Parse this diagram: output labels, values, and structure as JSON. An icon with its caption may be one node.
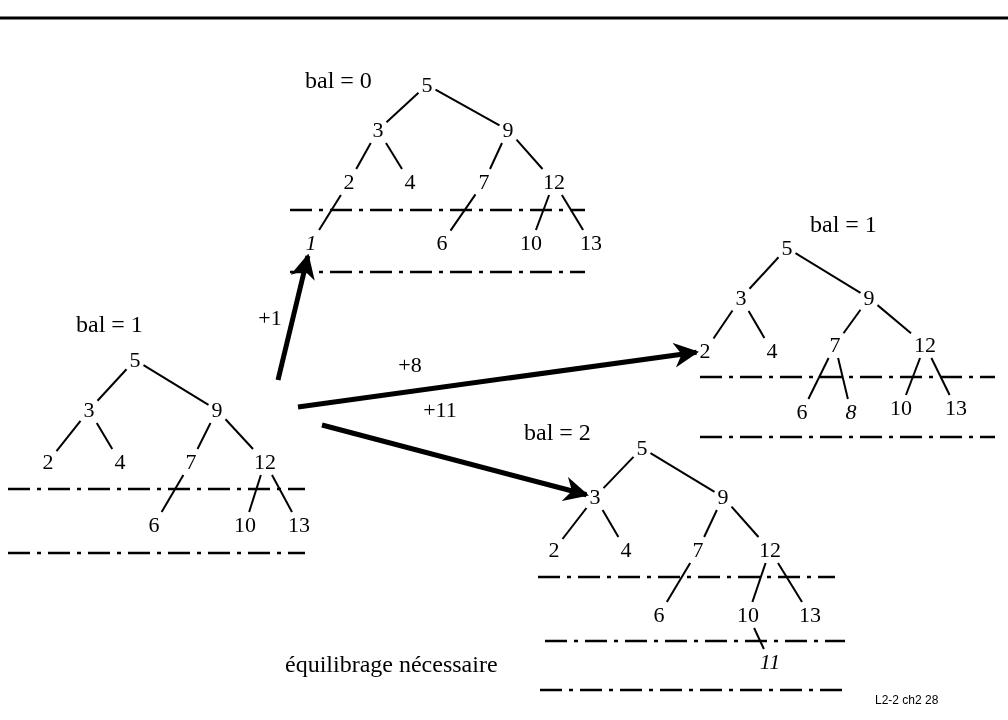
{
  "diagram": {
    "nodes": [
      {
        "text": [
          "5"
        ]
      },
      {
        "text": [
          "3"
        ]
      },
      {
        "text": [
          "9"
        ]
      },
      {
        "text": [
          "2"
        ]
      },
      {
        "text": [
          "4"
        ]
      },
      {
        "text": [
          "7"
        ]
      },
      {
        "text": [
          "12"
        ]
      },
      {
        "text": [
          "1"
        ]
      },
      {
        "text": [
          "6"
        ]
      },
      {
        "text": [
          "10"
        ]
      },
      {
        "text": [
          "13"
        ]
      },
      {
        "text": [
          "5"
        ]
      },
      {
        "text": [
          "3"
        ]
      },
      {
        "text": [
          "9"
        ]
      },
      {
        "text": [
          "2"
        ]
      },
      {
        "text": [
          "4"
        ]
      },
      {
        "text": [
          "7"
        ]
      },
      {
        "text": [
          "12"
        ]
      },
      {
        "text": [
          "6"
        ]
      },
      {
        "text": [
          "8"
        ]
      },
      {
        "text": [
          "10"
        ]
      },
      {
        "text": [
          "13"
        ]
      },
      {
        "text": [
          "5"
        ]
      },
      {
        "text": [
          "3"
        ]
      },
      {
        "text": [
          "9"
        ]
      },
      {
        "text": [
          "2"
        ]
      },
      {
        "text": [
          "4"
        ]
      },
      {
        "text": [
          "7"
        ]
      },
      {
        "text": [
          "12"
        ]
      },
      {
        "text": [
          "6"
        ]
      },
      {
        "text": [
          "10"
        ]
      },
      {
        "text": [
          "13"
        ]
      },
      {
        "text": [
          "5"
        ]
      },
      {
        "text": [
          "3"
        ]
      },
      {
        "text": [
          "9"
        ]
      },
      {
        "text": [
          "2"
        ]
      },
      {
        "text": [
          "4"
        ]
      },
      {
        "text": [
          "7"
        ]
      },
      {
        "text": [
          "12"
        ]
      },
      {
        "text": [
          "6"
        ]
      },
      {
        "text": [
          "10"
        ]
      },
      {
        "text": [
          "13"
        ]
      },
      {
        "text": [
          "11"
        ]
      }
    ],
    "edges": [
      {
        "from": 0,
        "to": 1,
        "arrow": "none"
      },
      {
        "from": 0,
        "to": 2,
        "arrow": "none"
      },
      {
        "from": 1,
        "to": 3,
        "arrow": "none"
      },
      {
        "from": 1,
        "to": 4,
        "arrow": "none"
      },
      {
        "from": 2,
        "to": 5,
        "arrow": "none"
      },
      {
        "from": 2,
        "to": 6,
        "arrow": "none"
      },
      {
        "from": 3,
        "to": 7,
        "arrow": "none"
      },
      {
        "from": 5,
        "to": 8,
        "arrow": "none"
      },
      {
        "from": 6,
        "to": 9,
        "arrow": "none"
      },
      {
        "from": 6,
        "to": 10,
        "arrow": "none"
      },
      {
        "from": 11,
        "to": 12,
        "arrow": "none"
      },
      {
        "from": 11,
        "to": 13,
        "arrow": "none"
      },
      {
        "from": 12,
        "to": 14,
        "arrow": "none"
      },
      {
        "from": 12,
        "to": 15,
        "arrow": "none"
      },
      {
        "from": 13,
        "to": 16,
        "arrow": "none"
      },
      {
        "from": 13,
        "to": 17,
        "arrow": "none"
      },
      {
        "from": 16,
        "to": 18,
        "arrow": "none"
      },
      {
        "from": 16,
        "to": 19,
        "arrow": "none"
      },
      {
        "from": 17,
        "to": 20,
        "arrow": "none"
      },
      {
        "from": 17,
        "to": 21,
        "arrow": "none"
      },
      {
        "from": 22,
        "to": 23,
        "arrow": "none"
      },
      {
        "from": 22,
        "to": 24,
        "arrow": "none"
      },
      {
        "from": 23,
        "to": 25,
        "arrow": "none"
      },
      {
        "from": 23,
        "to": 26,
        "arrow": "none"
      },
      {
        "from": 24,
        "to": 27,
        "arrow": "none"
      },
      {
        "from": 24,
        "to": 28,
        "arrow": "none"
      },
      {
        "from": 27,
        "to": 29,
        "arrow": "none"
      },
      {
        "from": 28,
        "to": 30,
        "arrow": "none"
      },
      {
        "from": 28,
        "to": 31,
        "arrow": "none"
      },
      {
        "from": 32,
        "to": 33,
        "arrow": "none"
      },
      {
        "from": 32,
        "to": 34,
        "arrow": "none"
      },
      {
        "from": 33,
        "to": 35,
        "arrow": "none"
      },
      {
        "from": 33,
        "to": 36,
        "arrow": "none"
      },
      {
        "from": 34,
        "to": 37,
        "arrow": "none"
      },
      {
        "from": 34,
        "to": 38,
        "arrow": "none"
      },
      {
        "from": 37,
        "to": 39,
        "arrow": "none"
      },
      {
        "from": 38,
        "to": 40,
        "arrow": "none"
      },
      {
        "from": 38,
        "to": 41,
        "arrow": "none"
      },
      {
        "from": 40,
        "to": 42,
        "arrow": "none"
      },
      {
        "from": null,
        "to": 7,
        "arrow": "to",
        "label": "+1",
        "style": "thick"
      },
      {
        "from": null,
        "to": 14,
        "arrow": "to",
        "label": "+8",
        "style": "thick"
      },
      {
        "from": null,
        "to": 33,
        "arrow": "to",
        "label": "+11",
        "style": "thick"
      }
    ],
    "labels": [
      "bal = 0",
      "bal = 1",
      "bal = 1",
      "bal = 2",
      "équilibrage nécessaire",
      "L2-2 ch2 28"
    ]
  }
}
